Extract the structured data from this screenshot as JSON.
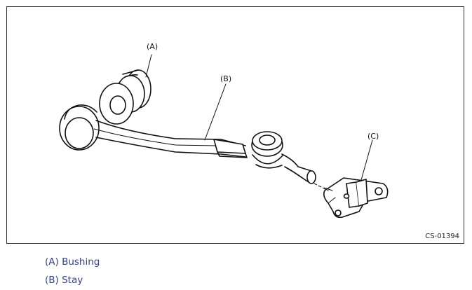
{
  "figure": {
    "code": "CS-01394",
    "callouts": {
      "a": "(A)",
      "b": "(B)",
      "c": "(C)"
    }
  },
  "legend": [
    {
      "key": "(A)",
      "text": "Bushing"
    },
    {
      "key": "(B)",
      "text": "Stay"
    }
  ],
  "colors": {
    "line": "#111111",
    "legend_text": "#34428f",
    "frame": "#333333"
  }
}
